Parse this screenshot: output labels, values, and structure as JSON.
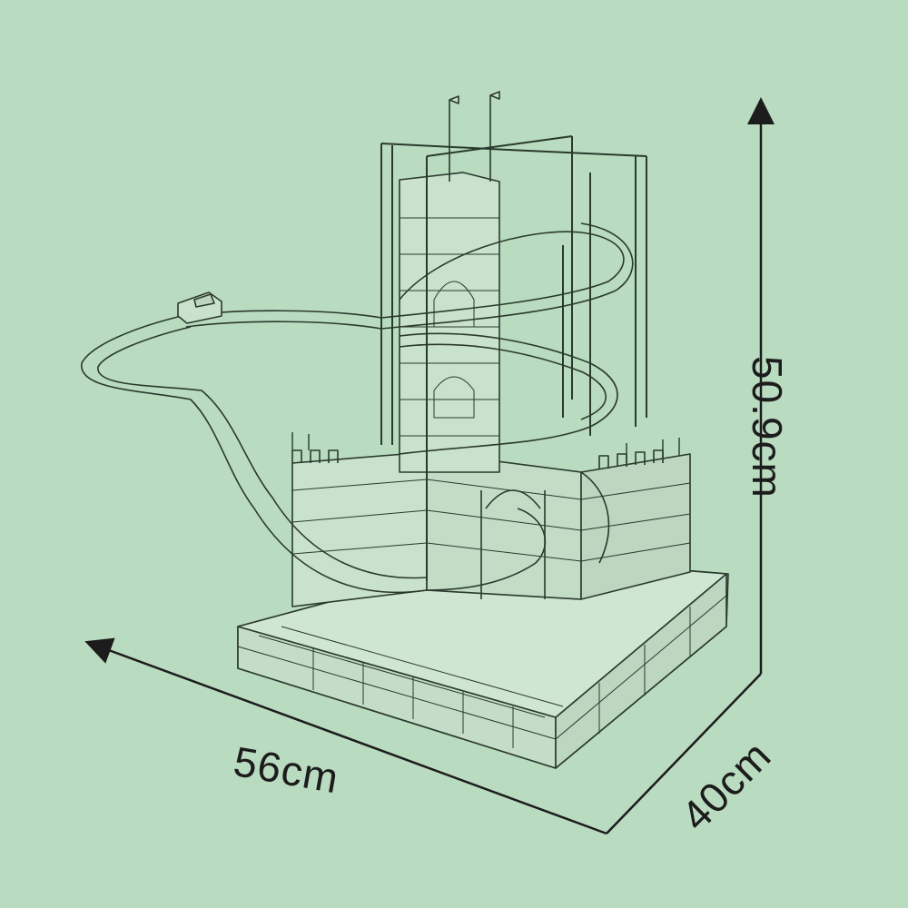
{
  "dimensions": {
    "width": "56cm",
    "depth": "40cm",
    "height": "50.9cm"
  },
  "colors": {
    "background": "#b9dbc0",
    "line": "#1c1c1c",
    "model_fill": "#c9e2cd"
  }
}
